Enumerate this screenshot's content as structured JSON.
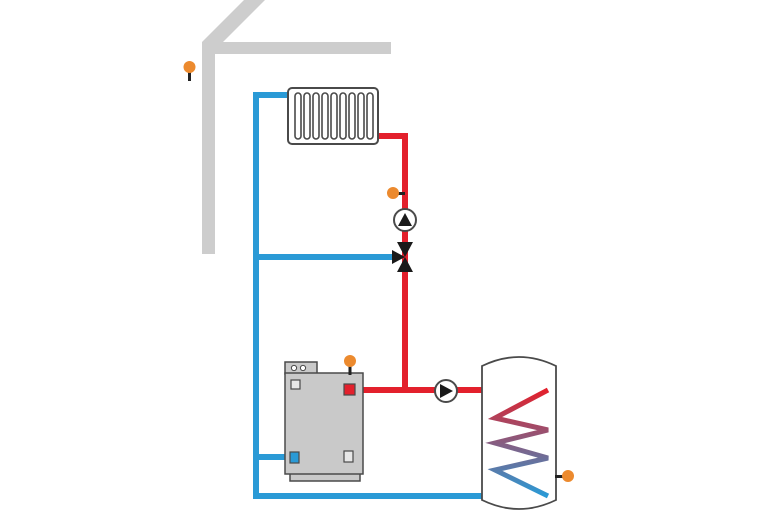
{
  "colors": {
    "background": "#ffffff",
    "house": "#cdcdcd",
    "return_pipe": "#2a9ad6",
    "flow_pipe": "#e3202c",
    "sensor": "#ec8a2e",
    "sensor_stem": "#222222",
    "boiler": "#c9c9c9",
    "outline": "#4a4a4a",
    "coil_top": "#e3202c",
    "coil_bottom": "#2a9ad6"
  },
  "components": {
    "house_outline": "house-roof-and-wall",
    "radiator": "radiator-icon",
    "boiler": "boiler-icon",
    "storage_tank": "hot-water-tank-icon",
    "heating_pump": "circulation-pump-icon",
    "tank_pump": "circulation-pump-icon",
    "mixing_valve": "three-way-mixing-valve-icon",
    "sensors": [
      "outdoor-sensor",
      "flow-sensor",
      "boiler-sensor",
      "tank-sensor"
    ]
  }
}
